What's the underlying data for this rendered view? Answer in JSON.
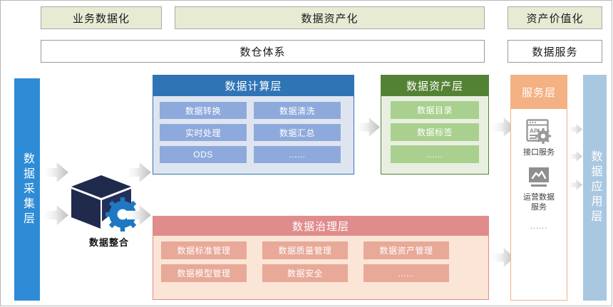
{
  "top_bands": [
    {
      "label": "业务数据化"
    },
    {
      "label": "数据资产化"
    },
    {
      "label": "资产价值化"
    }
  ],
  "second_row": [
    {
      "label": "数仓体系"
    },
    {
      "label": "数据服务"
    }
  ],
  "left_column": {
    "label": "数据采集层"
  },
  "right_column": {
    "label": "数据应用层"
  },
  "integration": {
    "label": "数据整合",
    "icon": "cube-gear-icon"
  },
  "compute_layer": {
    "title": "数据计算层",
    "chips": [
      "数据转换",
      "数据清洗",
      "实时处理",
      "数据汇总",
      "ODS",
      "......"
    ]
  },
  "asset_layer": {
    "title": "数据资产层",
    "chips": [
      "数据目录",
      "数据标签",
      "......"
    ]
  },
  "governance_layer": {
    "title": "数据治理层",
    "chips": [
      "数据标准管理",
      "数据质量管理",
      "数据资产管理",
      "数据模型管理",
      "数据安全",
      "......"
    ]
  },
  "service_layer": {
    "title": "服务层",
    "items": [
      {
        "icon": "api-window-icon",
        "label": "接口服务"
      },
      {
        "icon": "monitor-chart-icon",
        "label": "运营数据\n服务"
      }
    ],
    "more": "......"
  },
  "colors": {
    "band_fill": "#e8ebd4",
    "band_border": "#aaaaaa",
    "compute_header": "#2f75b5",
    "compute_body": "#dfe5f0",
    "compute_chip": "#8eaadc",
    "asset_header": "#548235",
    "asset_body": "#e9efe0",
    "asset_chip": "#a9d08e",
    "governance_header": "#e08c8c",
    "governance_body": "#fbe5d6",
    "governance_chip": "#e8a998",
    "service_header": "#f4b183",
    "app_column": "#a9c7e0",
    "collect_column": "#2e8bd6",
    "cube_dark": "#1f2a4d",
    "gear_blue": "#1f78c1"
  }
}
